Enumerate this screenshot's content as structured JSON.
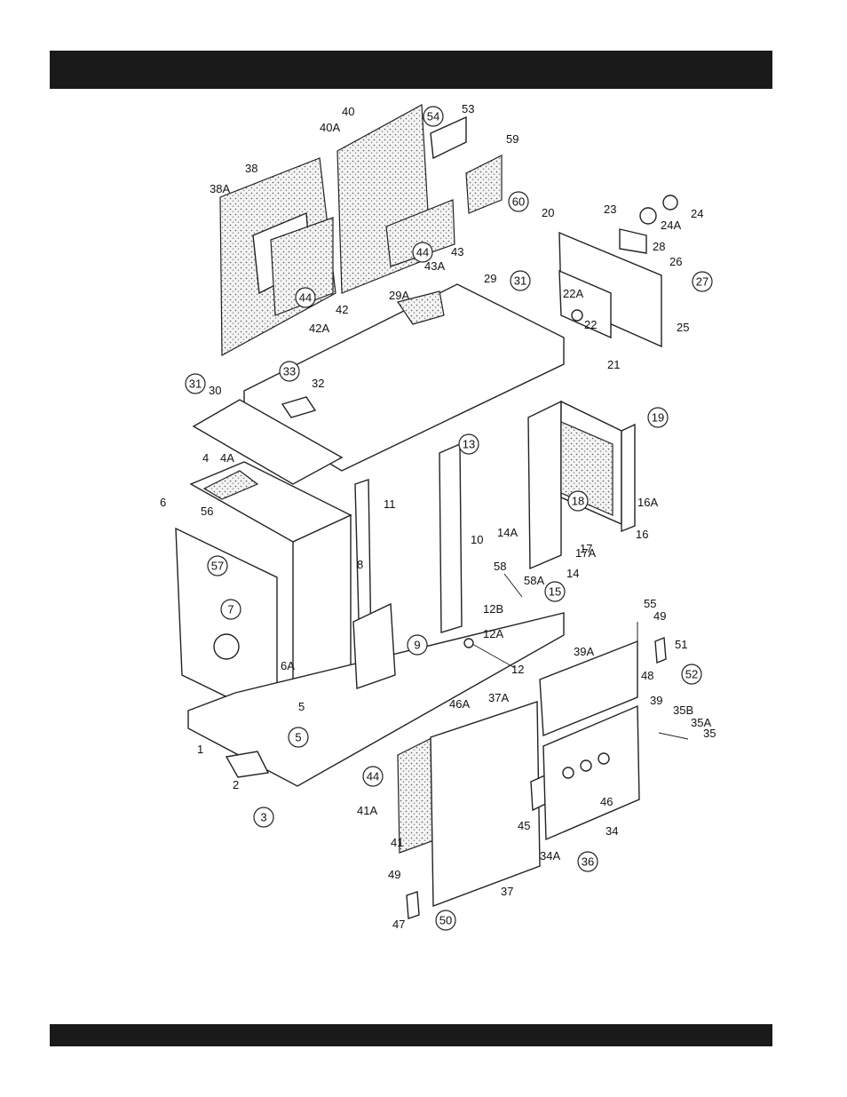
{
  "labels": [
    "1",
    "2",
    "4",
    "4A",
    "5",
    "6",
    "6A",
    "8",
    "10",
    "11",
    "12",
    "12A",
    "12B",
    "14",
    "14A",
    "16",
    "16A",
    "17",
    "17A",
    "20",
    "21",
    "22",
    "22A",
    "23",
    "24",
    "24A",
    "25",
    "26",
    "28",
    "29",
    "29A",
    "30",
    "32",
    "34",
    "34A",
    "35",
    "35A",
    "35B",
    "37",
    "37A",
    "38",
    "38A",
    "39",
    "39A",
    "40",
    "40A",
    "41",
    "41A",
    "42",
    "42A",
    "43",
    "43A",
    "45",
    "46",
    "46A",
    "47",
    "48",
    "49",
    "49",
    "51",
    "53",
    "55",
    "56",
    "58",
    "58A",
    "59"
  ],
  "circled_labels": [
    "3",
    "5",
    "7",
    "9",
    "13",
    "15",
    "18",
    "19",
    "27",
    "31",
    "31",
    "33",
    "36",
    "44",
    "44",
    "44",
    "50",
    "52",
    "54",
    "57",
    "60"
  ]
}
